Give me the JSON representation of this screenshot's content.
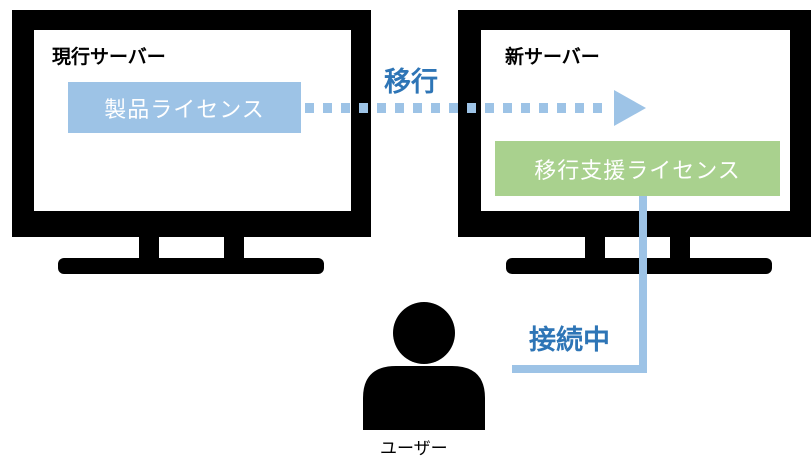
{
  "diagram": {
    "current_server": {
      "title": "現行サーバー",
      "license_label": "製品ライセンス"
    },
    "new_server": {
      "title": "新サーバー",
      "license_label": "移行支援ライセンス"
    },
    "migration_label": "移行",
    "connection_label": "接続中",
    "user_label": "ユーザー",
    "colors": {
      "monitor": "#000000",
      "product_license": "#9dc3e6",
      "support_license": "#a9d18e",
      "flow": "#9dc3e6",
      "label_text": "#2e75b6"
    }
  }
}
